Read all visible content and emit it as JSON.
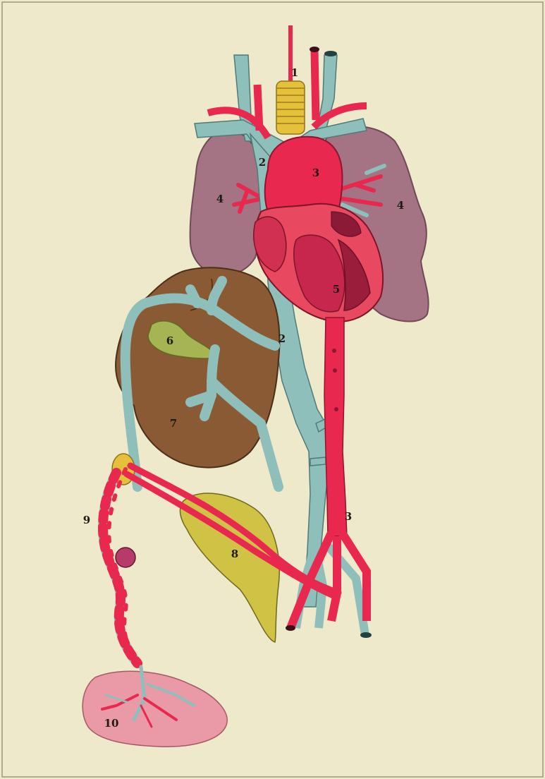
{
  "figure": {
    "background": "#efe9cc",
    "colors": {
      "artery": "#e8284f",
      "vein": "#8fbfbb",
      "lung": "#a47484",
      "liver": "#8a5a35",
      "gall_bladder": "#a6b454",
      "bladder": "#cfc244",
      "trachea": "#e5c13b",
      "placenta": "#e99aa6"
    },
    "labels": {
      "trachea": "1",
      "vena_cava_upper": "2",
      "vena_cava_lower": "2",
      "aorta_arch": "3",
      "aorta_descending": "3",
      "lung_left": "4",
      "lung_right": "4",
      "heart": "5",
      "gall_bladder": "6",
      "liver": "7",
      "bladder": "8",
      "umbilical_cord": "9",
      "placenta": "10"
    }
  }
}
